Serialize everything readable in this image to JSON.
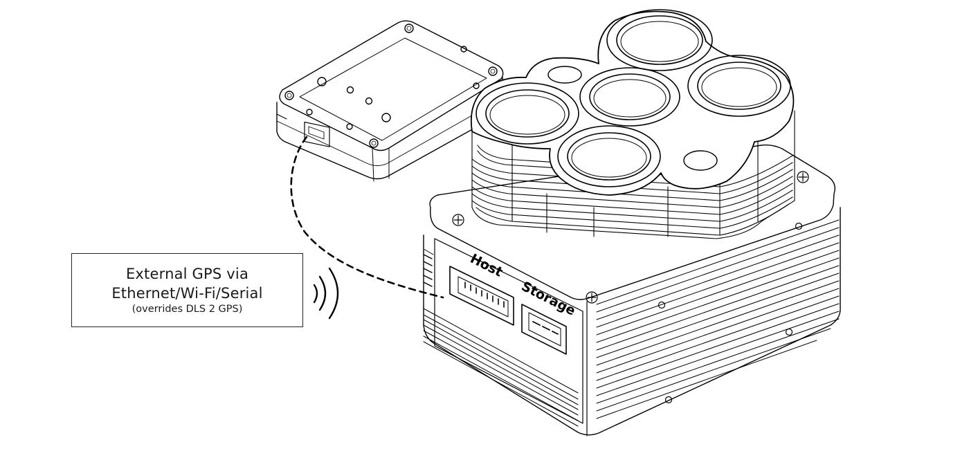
{
  "callout": {
    "line1": "External GPS via",
    "line2": "Ethernet/Wi-Fi/Serial",
    "line3": "(overrides DLS 2 GPS)"
  },
  "ports": {
    "host_label": "Host",
    "storage_label": "Storage"
  },
  "icons": {
    "wireless": "wireless-signal-icon",
    "gps_module": "dls2-module-drawing",
    "camera": "multispectral-camera-drawing"
  },
  "colors": {
    "line": "#000000",
    "background": "#ffffff"
  }
}
